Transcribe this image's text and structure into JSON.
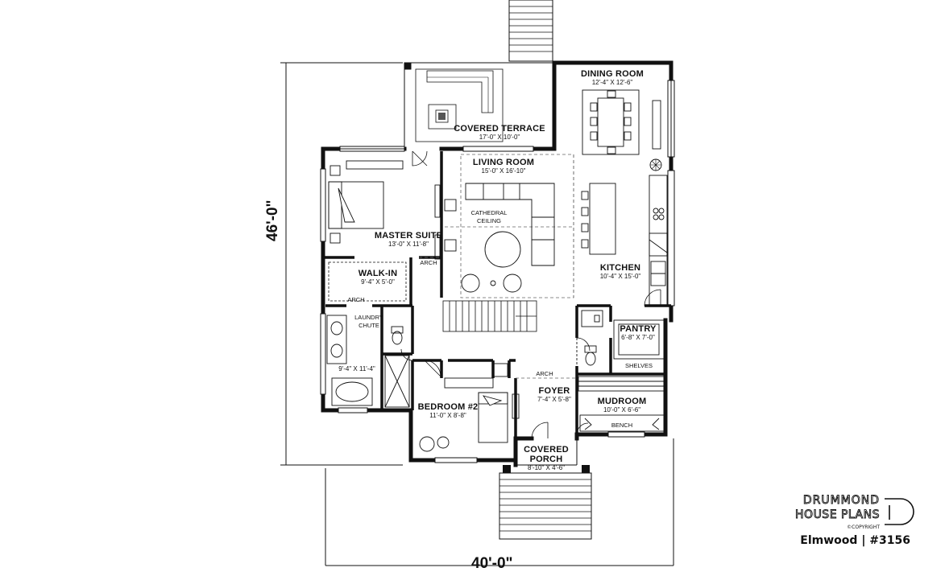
{
  "dimensions": {
    "height": "46'-0\"",
    "width": "40'-0\""
  },
  "rooms": {
    "dining_room": {
      "name": "DINING ROOM",
      "size": "12'-4\" X 12'-6\""
    },
    "covered_terrace": {
      "name": "COVERED TERRACE",
      "size": "17'-0\" X 10'-0\""
    },
    "living_room": {
      "name": "LIVING ROOM",
      "size": "15'-0\" X 16'-10\""
    },
    "master_suite": {
      "name": "MASTER SUITE",
      "size": "13'-0\" X 11'-8\""
    },
    "walk_in": {
      "name": "WALK-IN",
      "size": "9'-4\" X 5'-0\""
    },
    "kitchen": {
      "name": "KITCHEN",
      "size": "10'-4\" X 15'-0\""
    },
    "pantry": {
      "name": "PANTRY",
      "size": "6'-8\" X 7'-0\""
    },
    "bathroom": {
      "size": "9'-4\" X 11'-4\""
    },
    "foyer": {
      "name": "FOYER",
      "size": "7'-4\" X 5'-8\""
    },
    "mudroom": {
      "name": "MUDROOM",
      "size": "10'-0\" X 6'-6\""
    },
    "bedroom2": {
      "name": "BEDROOM #2",
      "size": "11'-0\" X 8'-8\""
    },
    "covered_porch": {
      "name_line1": "COVERED",
      "name_line2": "PORCH",
      "size": "8'-10\" X 4'-6\""
    }
  },
  "annotations": {
    "cathedral_line1": "CATHEDRAL",
    "cathedral_line2": "CEILING",
    "arch_master": "ARCH",
    "arch_walkin": "ARCH",
    "arch_foyer": "ARCH",
    "laundry_line1": "LAUNDRY",
    "laundry_line2": "CHUTE",
    "shelves": "SHELVES",
    "bench": "BENCH"
  },
  "branding": {
    "line1": "DRUMMOND",
    "line2": "HOUSE PLANS",
    "copyright": "©COPYRIGHT",
    "plan_name": "Elmwood | #3156"
  }
}
